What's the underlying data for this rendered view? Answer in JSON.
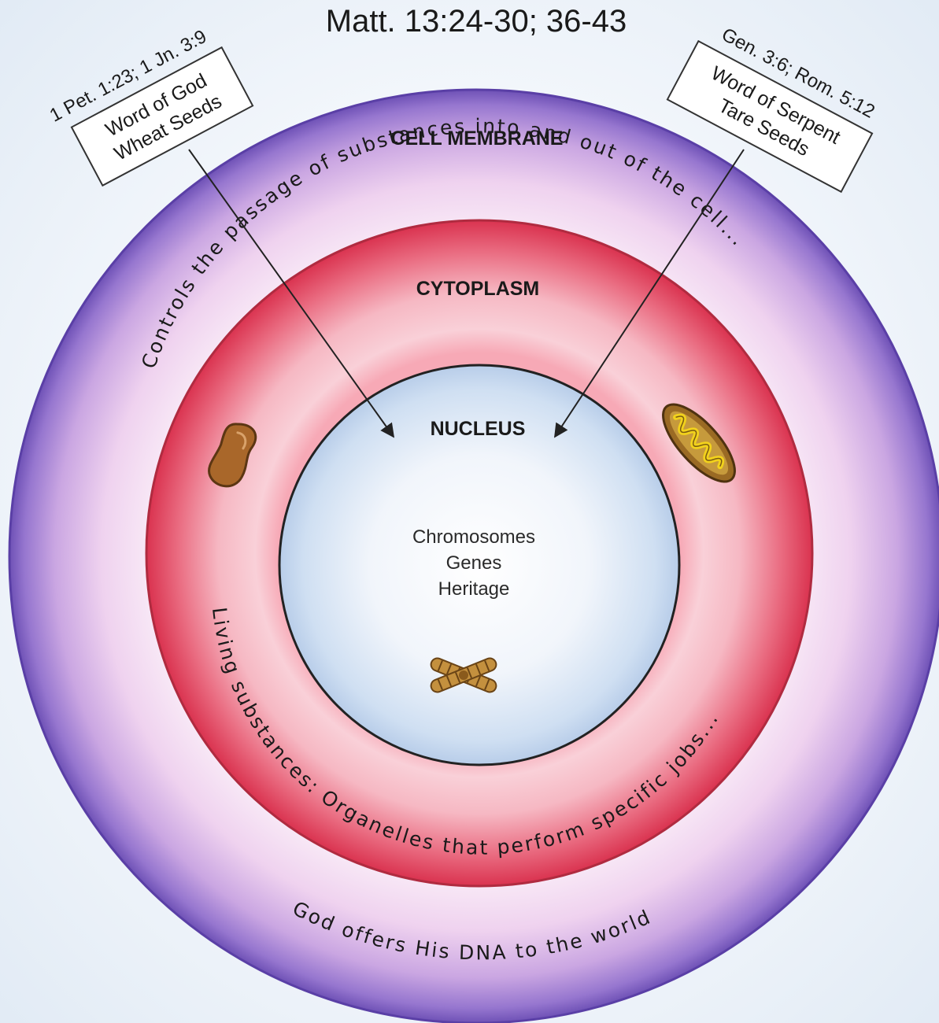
{
  "title": "Matt. 13:24-30; 36-43",
  "left_callout": {
    "reference": "1 Pet. 1:23; 1 Jn. 3:9",
    "line1": "Word of God",
    "line2": "Wheat Seeds"
  },
  "right_callout": {
    "reference": "Gen. 3:6; Rom. 5:12",
    "line1": "Word of Serpent",
    "line2": "Tare Seeds"
  },
  "membrane": {
    "label": "CELL MEMBRANE",
    "description": "Controls the passage of substances into and out of the cell...",
    "bottom_text": "God offers His DNA to the world",
    "color": "#8b6bc8"
  },
  "cytoplasm": {
    "label": "CYTOPLASM",
    "description": "Living substances: Organelles that perform specific jobs...",
    "color": "#e0445c"
  },
  "nucleus": {
    "label": "NUCLEUS",
    "items": [
      "Chromosomes",
      "Genes",
      "Heritage"
    ],
    "color": "#cfe0f4"
  },
  "icons": [
    "organelle-icon",
    "mitochondrion-icon",
    "chromosome-icon"
  ]
}
